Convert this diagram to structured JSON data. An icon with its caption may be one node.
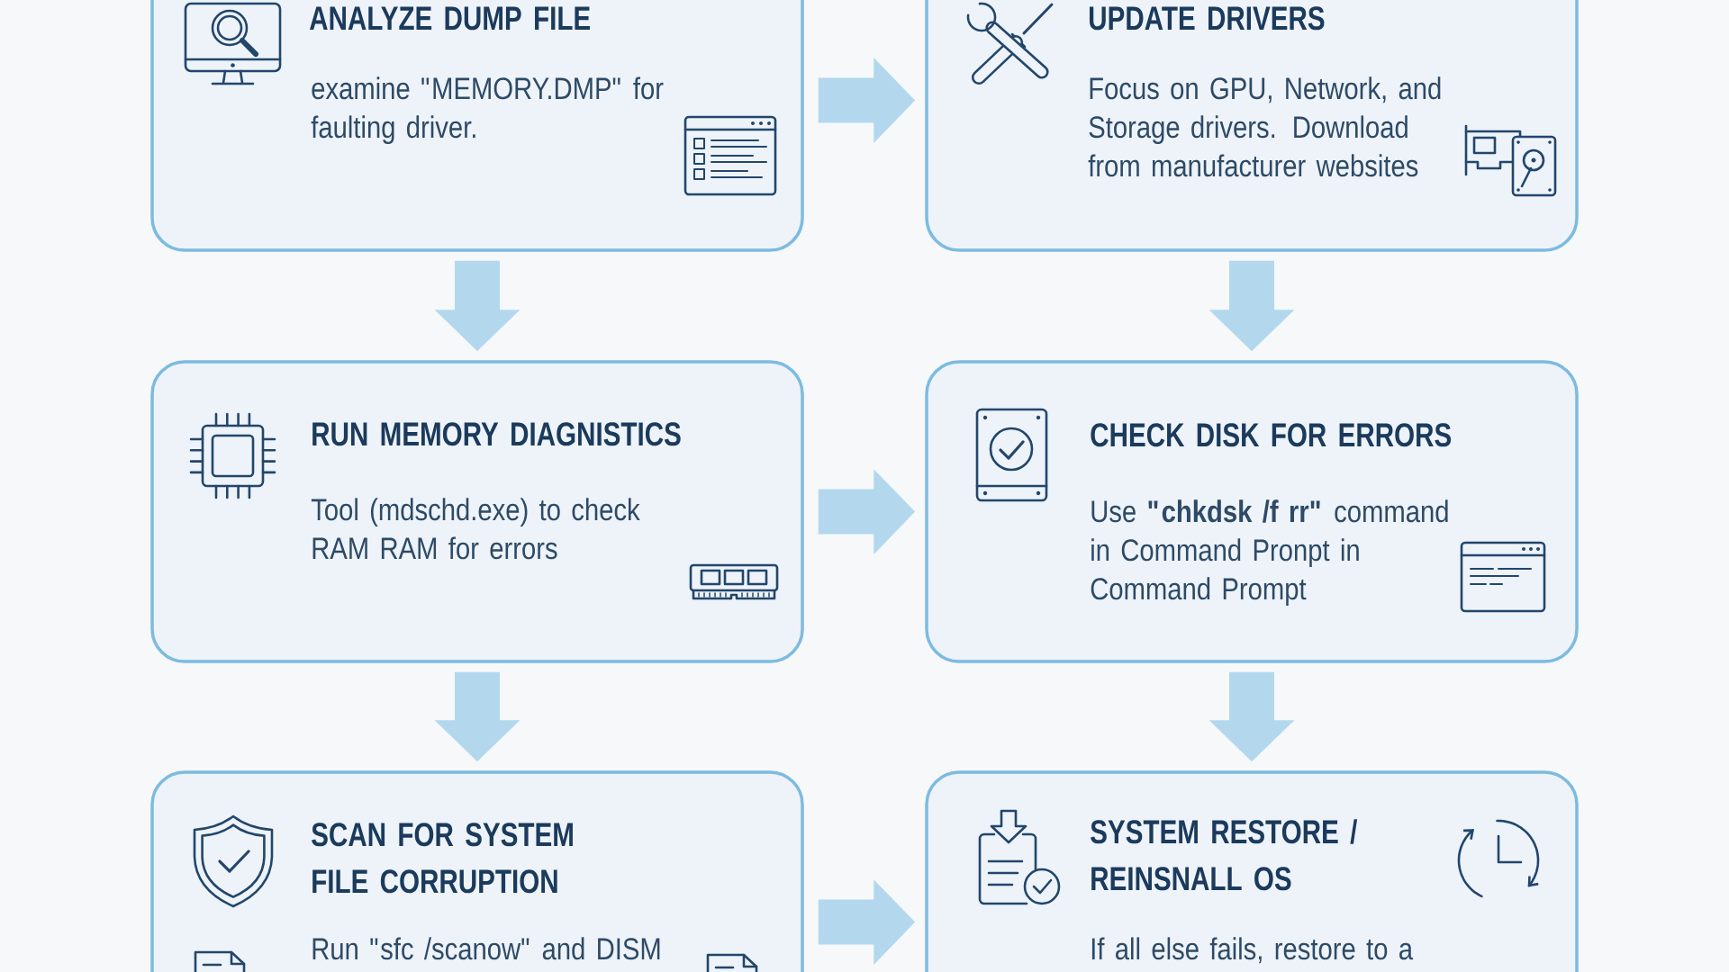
{
  "diagram": {
    "nodes": [
      {
        "text": [
          "ANALYZE DUMP FILE",
          "examine \"MEMORY.DMP\" for faulting driver."
        ]
      },
      {
        "text": [
          "UPDATE DRIVERS",
          "Focus on GPU, Network, and Storage drivers. Download from manufacturer websites"
        ]
      },
      {
        "text": [
          "RUN MEMORY DIAGNISTICS",
          "Tool (mdschd.exe) to check RAM RAM for errors"
        ]
      },
      {
        "text": [
          "CHECK DISK FOR ERRORS",
          "Use **\"chkdsk /f rr\"** command in Command Pronpt in Command Prompt"
        ]
      },
      {
        "text": [
          "SCAN FOR SYSTEM FILE CORRUPTION",
          "Run \"sfc /scanow\" and DISM"
        ]
      },
      {
        "text": [
          "SYSTEM RESTORE / REINSNALL OS",
          "If all else fails, restore to a"
        ]
      }
    ],
    "edges": [
      {
        "from": 0,
        "to": 1,
        "arrow": "to"
      },
      {
        "from": 0,
        "to": 2,
        "arrow": "to"
      },
      {
        "from": 1,
        "to": 3,
        "arrow": "to"
      },
      {
        "from": 2,
        "to": 3,
        "arrow": "to"
      },
      {
        "from": 2,
        "to": 4,
        "arrow": "to"
      },
      {
        "from": 3,
        "to": 5,
        "arrow": "to"
      },
      {
        "from": 4,
        "to": 5,
        "arrow": "to"
      }
    ]
  }
}
